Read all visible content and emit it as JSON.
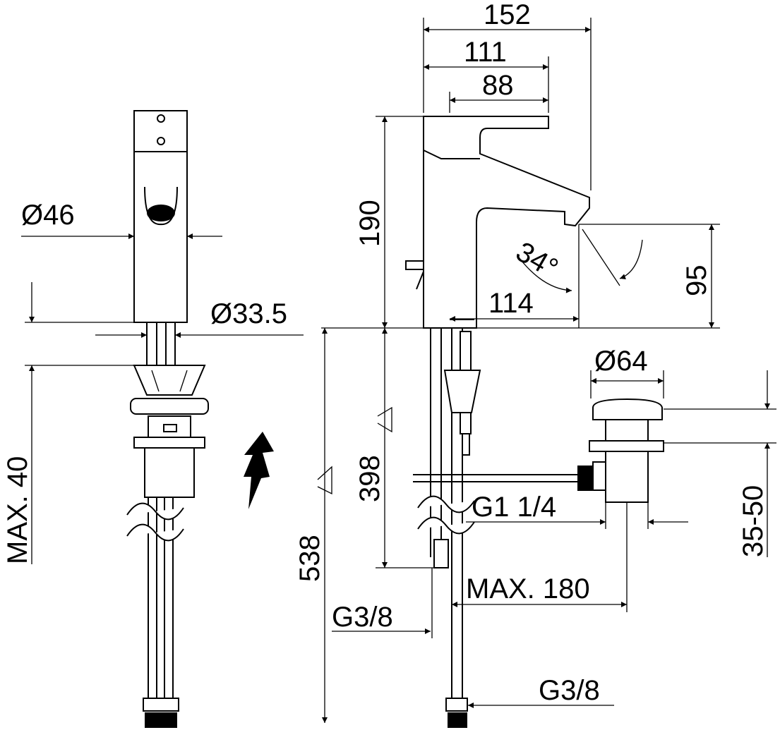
{
  "drawing": {
    "side_view": {
      "diameter_body": "Ø46",
      "diameter_base": "Ø33.5",
      "max_thickness": "MAX. 40"
    },
    "front_view": {
      "total_reach": "152",
      "spout_reach": "111",
      "lever_length": "88",
      "height": "190",
      "spout_height": "95",
      "outlet_distance": "114",
      "angle": "34°",
      "total_length": "538",
      "hose_length": "398",
      "hose_connection_1": "G3/8",
      "hose_connection_2": "G3/8",
      "waste_thread": "G1 1/4",
      "max_distance": "MAX. 180",
      "waste_diameter": "Ø64",
      "plate_thickness": "35-50"
    }
  }
}
